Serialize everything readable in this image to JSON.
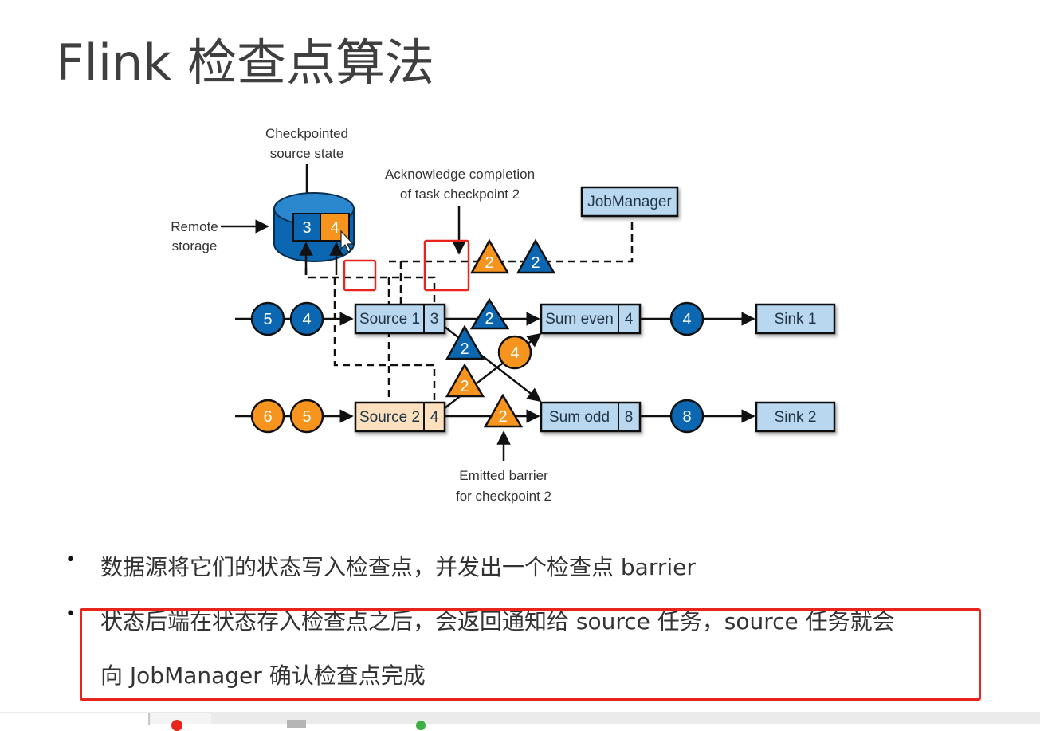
{
  "slide": {
    "title": "Flink 检查点算法"
  },
  "diagram": {
    "labels": {
      "checkpointed_state_line1": "Checkpointed",
      "checkpointed_state_line2": "source state",
      "remote_storage_line1": "Remote",
      "remote_storage_line2": "storage",
      "ack_line1": "Acknowledge completion",
      "ack_line2": "of task checkpoint 2",
      "emitted_line1": "Emitted barrier",
      "emitted_line2": "for checkpoint 2"
    },
    "storage": {
      "state_values": [
        "3",
        "4"
      ]
    },
    "nodes": {
      "jobmanager": "JobManager",
      "source1": {
        "name": "Source 1",
        "state": "3"
      },
      "source2": {
        "name": "Source 2",
        "state": "4"
      },
      "sum_even": {
        "name": "Sum even",
        "state": "4"
      },
      "sum_odd": {
        "name": "Sum odd",
        "state": "8"
      },
      "sink1": "Sink 1",
      "sink2": "Sink 2"
    },
    "tokens": {
      "source1_input": [
        "5",
        "4"
      ],
      "source2_input": [
        "6",
        "5"
      ],
      "ack_barriers": [
        "2",
        "2"
      ],
      "barrier_s1_even": "2",
      "barrier_s1_odd": "2",
      "barrier_s2_even": "2",
      "record_s2_even": "4",
      "barrier_s2_odd": "2",
      "even_output": "4",
      "odd_output": "8"
    },
    "colors": {
      "blue": "#0b67b2",
      "orange": "#f7941d",
      "node_blue": "#b9d7ef",
      "node_peach": "#fde0bd",
      "highlight_red": "#e8251d"
    }
  },
  "bullets": [
    {
      "text": "数据源将它们的状态写入检查点，并发出一个检查点 barrier"
    },
    {
      "line1": "状态后端在状态存入检查点之后，会返回通知给 source 任务，source 任务就会",
      "line2": "向 JobManager 确认检查点完成"
    }
  ]
}
